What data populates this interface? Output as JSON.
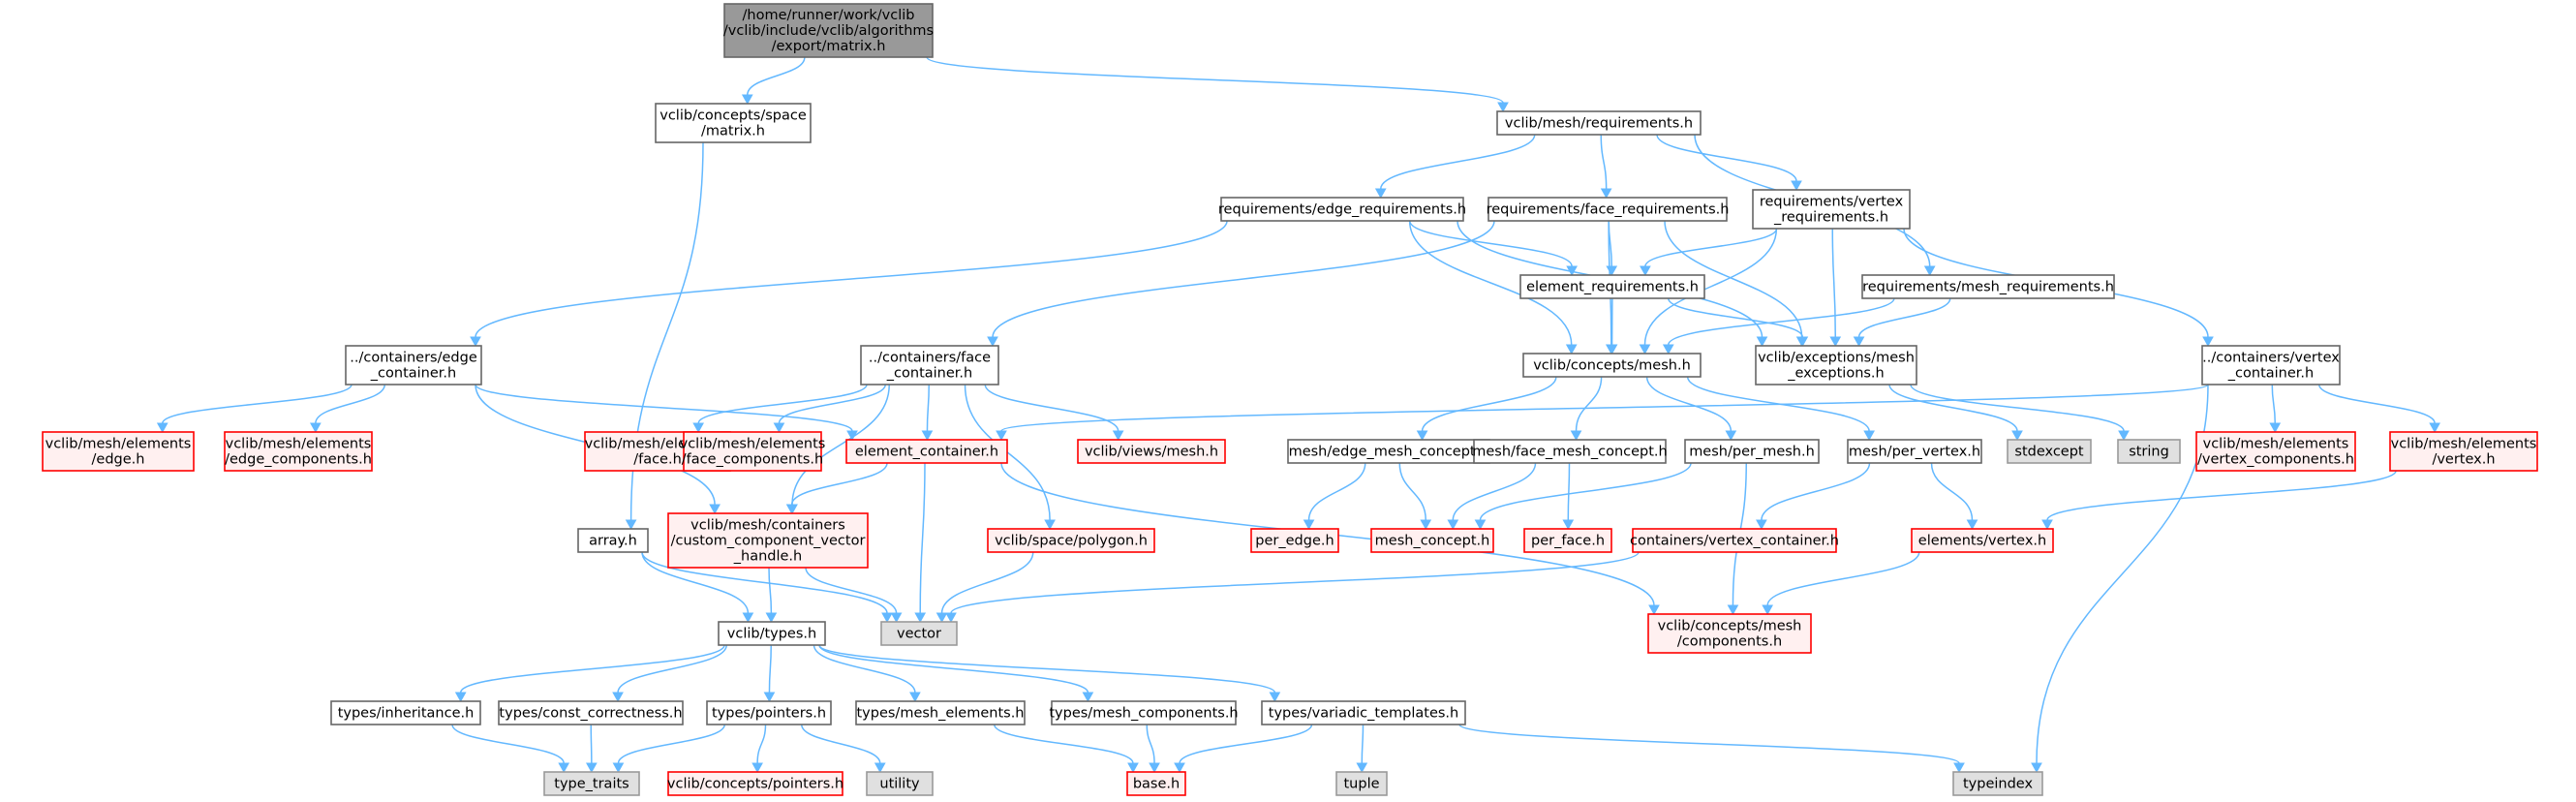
{
  "diagram": {
    "title": "",
    "colors": {
      "edge": "#63b8ff",
      "root_fill": "#999999",
      "normal_border": "#666666",
      "missing_border": "#ff0000",
      "missing_fill": "#fff0f0",
      "system_fill": "#e0e0e0"
    },
    "nodes": [
      {
        "id": "root",
        "kind": "root",
        "lines": [
          "/home/runner/work/vclib",
          "/vclib/include/vclib/algorithms",
          "/export/matrix.h"
        ]
      },
      {
        "id": "concepts_space_matrix",
        "kind": "normal",
        "lines": [
          "vclib/concepts/space",
          "/matrix.h"
        ]
      },
      {
        "id": "mesh_requirements",
        "kind": "normal",
        "lines": [
          "vclib/mesh/requirements.h"
        ]
      },
      {
        "id": "edge_requirements",
        "kind": "normal",
        "lines": [
          "requirements/edge_requirements.h"
        ]
      },
      {
        "id": "face_requirements",
        "kind": "normal",
        "lines": [
          "requirements/face_requirements.h"
        ]
      },
      {
        "id": "vertex_requirements",
        "kind": "normal",
        "lines": [
          "requirements/vertex",
          "_requirements.h"
        ]
      },
      {
        "id": "element_requirements",
        "kind": "normal",
        "lines": [
          "element_requirements.h"
        ]
      },
      {
        "id": "mesh_requirements_h",
        "kind": "normal",
        "lines": [
          "requirements/mesh_requirements.h"
        ]
      },
      {
        "id": "edge_container",
        "kind": "normal",
        "lines": [
          "../containers/edge",
          "_container.h"
        ]
      },
      {
        "id": "face_container",
        "kind": "normal",
        "lines": [
          "../containers/face",
          "_container.h"
        ]
      },
      {
        "id": "concepts_mesh",
        "kind": "normal",
        "lines": [
          "vclib/concepts/mesh.h"
        ]
      },
      {
        "id": "mesh_exceptions",
        "kind": "normal",
        "lines": [
          "vclib/exceptions/mesh",
          "_exceptions.h"
        ]
      },
      {
        "id": "vertex_container",
        "kind": "normal",
        "lines": [
          "../containers/vertex",
          "_container.h"
        ]
      },
      {
        "id": "elements_edge",
        "kind": "missing",
        "lines": [
          "vclib/mesh/elements",
          "/edge.h"
        ]
      },
      {
        "id": "elements_edge_components",
        "kind": "missing",
        "lines": [
          "vclib/mesh/elements",
          "/edge_components.h"
        ]
      },
      {
        "id": "elements_face",
        "kind": "missing",
        "lines": [
          "vclib/mesh/elements",
          "/face.h"
        ]
      },
      {
        "id": "elements_face_components",
        "kind": "missing",
        "lines": [
          "vclib/mesh/elements",
          "/face_components.h"
        ]
      },
      {
        "id": "element_container",
        "kind": "missing",
        "lines": [
          "element_container.h"
        ]
      },
      {
        "id": "views_mesh",
        "kind": "missing",
        "lines": [
          "vclib/views/mesh.h"
        ]
      },
      {
        "id": "edge_mesh_concept",
        "kind": "normal",
        "lines": [
          "mesh/edge_mesh_concept.h"
        ]
      },
      {
        "id": "face_mesh_concept",
        "kind": "normal",
        "lines": [
          "mesh/face_mesh_concept.h"
        ]
      },
      {
        "id": "per_mesh",
        "kind": "normal",
        "lines": [
          "mesh/per_mesh.h"
        ]
      },
      {
        "id": "per_vertex",
        "kind": "normal",
        "lines": [
          "mesh/per_vertex.h"
        ]
      },
      {
        "id": "stdexcept",
        "kind": "system",
        "lines": [
          "stdexcept"
        ]
      },
      {
        "id": "string",
        "kind": "system",
        "lines": [
          "string"
        ]
      },
      {
        "id": "elements_vertex_components",
        "kind": "missing",
        "lines": [
          "vclib/mesh/elements",
          "/vertex_components.h"
        ]
      },
      {
        "id": "elements_vertex",
        "kind": "missing",
        "lines": [
          "vclib/mesh/elements",
          "/vertex.h"
        ]
      },
      {
        "id": "array",
        "kind": "normal",
        "lines": [
          "array.h"
        ]
      },
      {
        "id": "custom_component",
        "kind": "missing",
        "lines": [
          "vclib/mesh/containers",
          "/custom_component_vector",
          "_handle.h"
        ]
      },
      {
        "id": "space_polygon",
        "kind": "missing",
        "lines": [
          "vclib/space/polygon.h"
        ]
      },
      {
        "id": "per_edge",
        "kind": "missing",
        "lines": [
          "per_edge.h"
        ]
      },
      {
        "id": "mesh_concept",
        "kind": "missing",
        "lines": [
          "mesh_concept.h"
        ]
      },
      {
        "id": "per_face",
        "kind": "missing",
        "lines": [
          "per_face.h"
        ]
      },
      {
        "id": "containers_vertex_container",
        "kind": "missing",
        "lines": [
          "containers/vertex_container.h"
        ]
      },
      {
        "id": "elements_vertex_h",
        "kind": "missing",
        "lines": [
          "elements/vertex.h"
        ]
      },
      {
        "id": "vector",
        "kind": "system",
        "lines": [
          "vector"
        ]
      },
      {
        "id": "concepts_mesh_components",
        "kind": "missing",
        "lines": [
          "vclib/concepts/mesh",
          "/components.h"
        ]
      },
      {
        "id": "vclib_types",
        "kind": "normal",
        "lines": [
          "vclib/types.h"
        ]
      },
      {
        "id": "types_inheritance",
        "kind": "normal",
        "lines": [
          "types/inheritance.h"
        ]
      },
      {
        "id": "types_const_correctness",
        "kind": "normal",
        "lines": [
          "types/const_correctness.h"
        ]
      },
      {
        "id": "types_pointers",
        "kind": "normal",
        "lines": [
          "types/pointers.h"
        ]
      },
      {
        "id": "types_mesh_elements",
        "kind": "normal",
        "lines": [
          "types/mesh_elements.h"
        ]
      },
      {
        "id": "types_mesh_components",
        "kind": "normal",
        "lines": [
          "types/mesh_components.h"
        ]
      },
      {
        "id": "types_variadic_templates",
        "kind": "normal",
        "lines": [
          "types/variadic_templates.h"
        ]
      },
      {
        "id": "type_traits",
        "kind": "system",
        "lines": [
          "type_traits"
        ]
      },
      {
        "id": "concepts_pointers",
        "kind": "missing",
        "lines": [
          "vclib/concepts/pointers.h"
        ]
      },
      {
        "id": "utility",
        "kind": "system",
        "lines": [
          "utility"
        ]
      },
      {
        "id": "base",
        "kind": "missing",
        "lines": [
          "base.h"
        ]
      },
      {
        "id": "tuple",
        "kind": "system",
        "lines": [
          "tuple"
        ]
      },
      {
        "id": "typeindex",
        "kind": "system",
        "lines": [
          "typeindex"
        ]
      }
    ],
    "edges": [
      [
        "root",
        "concepts_space_matrix"
      ],
      [
        "root",
        "mesh_requirements"
      ],
      [
        "concepts_space_matrix",
        "array"
      ],
      [
        "mesh_requirements",
        "edge_requirements"
      ],
      [
        "mesh_requirements",
        "face_requirements"
      ],
      [
        "mesh_requirements",
        "vertex_requirements"
      ],
      [
        "mesh_requirements",
        "mesh_requirements_h"
      ],
      [
        "edge_requirements",
        "edge_container"
      ],
      [
        "edge_requirements",
        "element_requirements"
      ],
      [
        "edge_requirements",
        "concepts_mesh"
      ],
      [
        "edge_requirements",
        "mesh_exceptions"
      ],
      [
        "face_requirements",
        "face_container"
      ],
      [
        "face_requirements",
        "element_requirements"
      ],
      [
        "face_requirements",
        "concepts_mesh"
      ],
      [
        "face_requirements",
        "mesh_exceptions"
      ],
      [
        "vertex_requirements",
        "element_requirements"
      ],
      [
        "vertex_requirements",
        "concepts_mesh"
      ],
      [
        "vertex_requirements",
        "mesh_exceptions"
      ],
      [
        "vertex_requirements",
        "vertex_container"
      ],
      [
        "element_requirements",
        "concepts_mesh"
      ],
      [
        "element_requirements",
        "mesh_exceptions"
      ],
      [
        "mesh_requirements_h",
        "concepts_mesh"
      ],
      [
        "mesh_requirements_h",
        "mesh_exceptions"
      ],
      [
        "edge_container",
        "elements_edge"
      ],
      [
        "edge_container",
        "elements_edge_components"
      ],
      [
        "edge_container",
        "element_container"
      ],
      [
        "edge_container",
        "custom_component"
      ],
      [
        "face_container",
        "elements_face"
      ],
      [
        "face_container",
        "elements_face_components"
      ],
      [
        "face_container",
        "element_container"
      ],
      [
        "face_container",
        "views_mesh"
      ],
      [
        "face_container",
        "space_polygon"
      ],
      [
        "face_container",
        "custom_component"
      ],
      [
        "concepts_mesh",
        "edge_mesh_concept"
      ],
      [
        "concepts_mesh",
        "face_mesh_concept"
      ],
      [
        "concepts_mesh",
        "per_mesh"
      ],
      [
        "concepts_mesh",
        "per_vertex"
      ],
      [
        "mesh_exceptions",
        "stdexcept"
      ],
      [
        "mesh_exceptions",
        "string"
      ],
      [
        "vertex_container",
        "elements_vertex_components"
      ],
      [
        "vertex_container",
        "elements_vertex"
      ],
      [
        "vertex_container",
        "element_container"
      ],
      [
        "vertex_container",
        "typeindex"
      ],
      [
        "element_container",
        "custom_component"
      ],
      [
        "element_container",
        "vector"
      ],
      [
        "element_container",
        "concepts_mesh_components"
      ],
      [
        "edge_mesh_concept",
        "per_edge"
      ],
      [
        "edge_mesh_concept",
        "mesh_concept"
      ],
      [
        "face_mesh_concept",
        "mesh_concept"
      ],
      [
        "face_mesh_concept",
        "per_face"
      ],
      [
        "per_mesh",
        "mesh_concept"
      ],
      [
        "per_mesh",
        "concepts_mesh_components"
      ],
      [
        "per_vertex",
        "containers_vertex_container"
      ],
      [
        "per_vertex",
        "elements_vertex_h"
      ],
      [
        "elements_vertex",
        "elements_vertex_h"
      ],
      [
        "containers_vertex_container",
        "vector"
      ],
      [
        "elements_vertex_h",
        "concepts_mesh_components"
      ],
      [
        "array",
        "vclib_types"
      ],
      [
        "array",
        "vector"
      ],
      [
        "custom_component",
        "vclib_types"
      ],
      [
        "custom_component",
        "vector"
      ],
      [
        "space_polygon",
        "vector"
      ],
      [
        "vclib_types",
        "types_inheritance"
      ],
      [
        "vclib_types",
        "types_const_correctness"
      ],
      [
        "vclib_types",
        "types_pointers"
      ],
      [
        "vclib_types",
        "types_mesh_elements"
      ],
      [
        "vclib_types",
        "types_mesh_components"
      ],
      [
        "vclib_types",
        "types_variadic_templates"
      ],
      [
        "types_inheritance",
        "type_traits"
      ],
      [
        "types_const_correctness",
        "type_traits"
      ],
      [
        "types_pointers",
        "type_traits"
      ],
      [
        "types_pointers",
        "concepts_pointers"
      ],
      [
        "types_pointers",
        "utility"
      ],
      [
        "types_mesh_elements",
        "base"
      ],
      [
        "types_mesh_components",
        "base"
      ],
      [
        "types_variadic_templates",
        "base"
      ],
      [
        "types_variadic_templates",
        "tuple"
      ],
      [
        "types_variadic_templates",
        "typeindex"
      ]
    ]
  }
}
